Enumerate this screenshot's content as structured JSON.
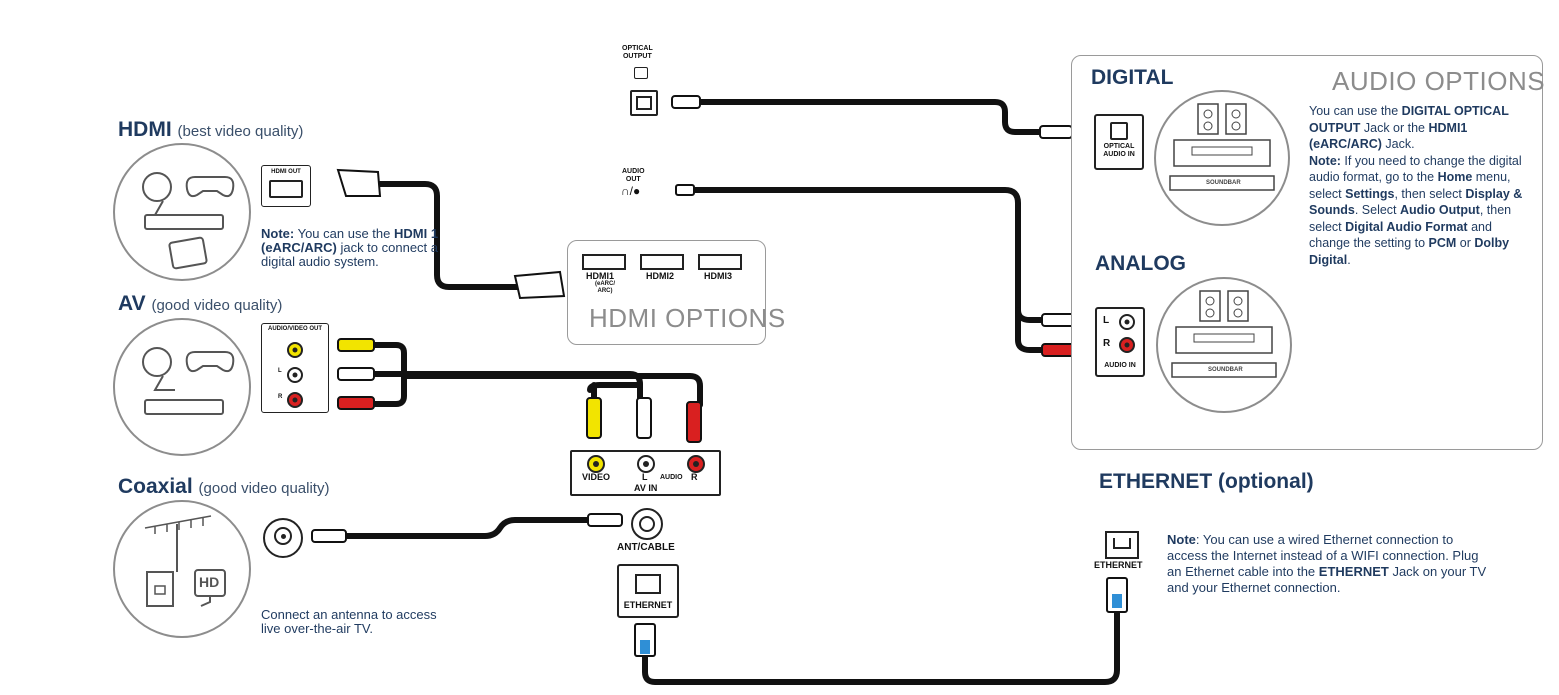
{
  "hdmi": {
    "title": "HDMI",
    "subtitle": "(best video quality)",
    "port_label": "HDMI OUT",
    "note_prefix": "Note:",
    "note_text_1": " You can use the",
    "note_bold": "HDMI 1 (eARC/ARC)",
    "note_text_2": " jack to connect a digital audio system."
  },
  "av": {
    "title": "AV",
    "subtitle": "(good video quality)",
    "port_label": "AUDIO/VIDEO OUT",
    "l_label": "L",
    "r_label": "R"
  },
  "coax": {
    "title": "Coaxial",
    "subtitle": "(good video quality)",
    "hd_label": "HD",
    "note": "Connect an antenna to access live over-the-air TV."
  },
  "tv_ports": {
    "optical_label_1": "OPTICAL",
    "optical_label_2": "OUTPUT",
    "audio_label_1": "AUDIO",
    "audio_label_2": "OUT",
    "hdmi1": "HDMI1",
    "hdmi1_sub": "(eARC/ ARC)",
    "hdmi2": "HDMI2",
    "hdmi3": "HDMI3",
    "hdmi_options": "HDMI OPTIONS",
    "av_video": "VIDEO",
    "av_l": "L",
    "av_audio": "AUDIO",
    "av_r": "R",
    "av_in": "AV IN",
    "ant_cable": "ANT/CABLE",
    "ethernet": "ETHERNET"
  },
  "audio_panel": {
    "title": "AUDIO OPTIONS",
    "digital": "DIGITAL",
    "analog": "ANALOG",
    "optical_in_1": "OPTICAL",
    "optical_in_2": "AUDIO IN",
    "audio_in": "AUDIO IN",
    "l_label": "L",
    "r_label": "R",
    "soundbar": "SOUNDBAR",
    "t1": "You can use the ",
    "b1": "DIGITAL OPTICAL OUTPUT",
    "t2": " Jack or the ",
    "b2": "HDMI1 (eARC/ARC)",
    "t3": " Jack.",
    "b3": "Note:",
    "t4": " If you need to change the digital audio format, go to the ",
    "b4": "Home",
    "t5": " menu, select ",
    "b5": "Settings",
    "t6": ", then select ",
    "b6": "Display & Sounds",
    "t7": ". Select ",
    "b7": "Audio Output",
    "t8": ", then select ",
    "b8": "Digital Audio Format",
    "t9": " and change the setting to ",
    "b9": "PCM",
    "t10": " or ",
    "b10": "Dolby Digital",
    "t11": "."
  },
  "ethernet": {
    "title": "ETHERNET (optional)",
    "label": "ETHERNET",
    "b1": "Note",
    "t1": ": You can use a wired Ethernet connection to access the Internet instead of a WIFI connection. Plug an Ethernet cable into the ",
    "b2": "ETHERNET",
    "t2": " Jack on your TV and your Ethernet connection."
  },
  "colors": {
    "navy": "#1f3a5f",
    "cable": "#111111",
    "yellow": "#f2e400",
    "red": "#d92020",
    "ethernet_blue": "#2f8fd6",
    "outline_gray": "#8d8d8d"
  }
}
